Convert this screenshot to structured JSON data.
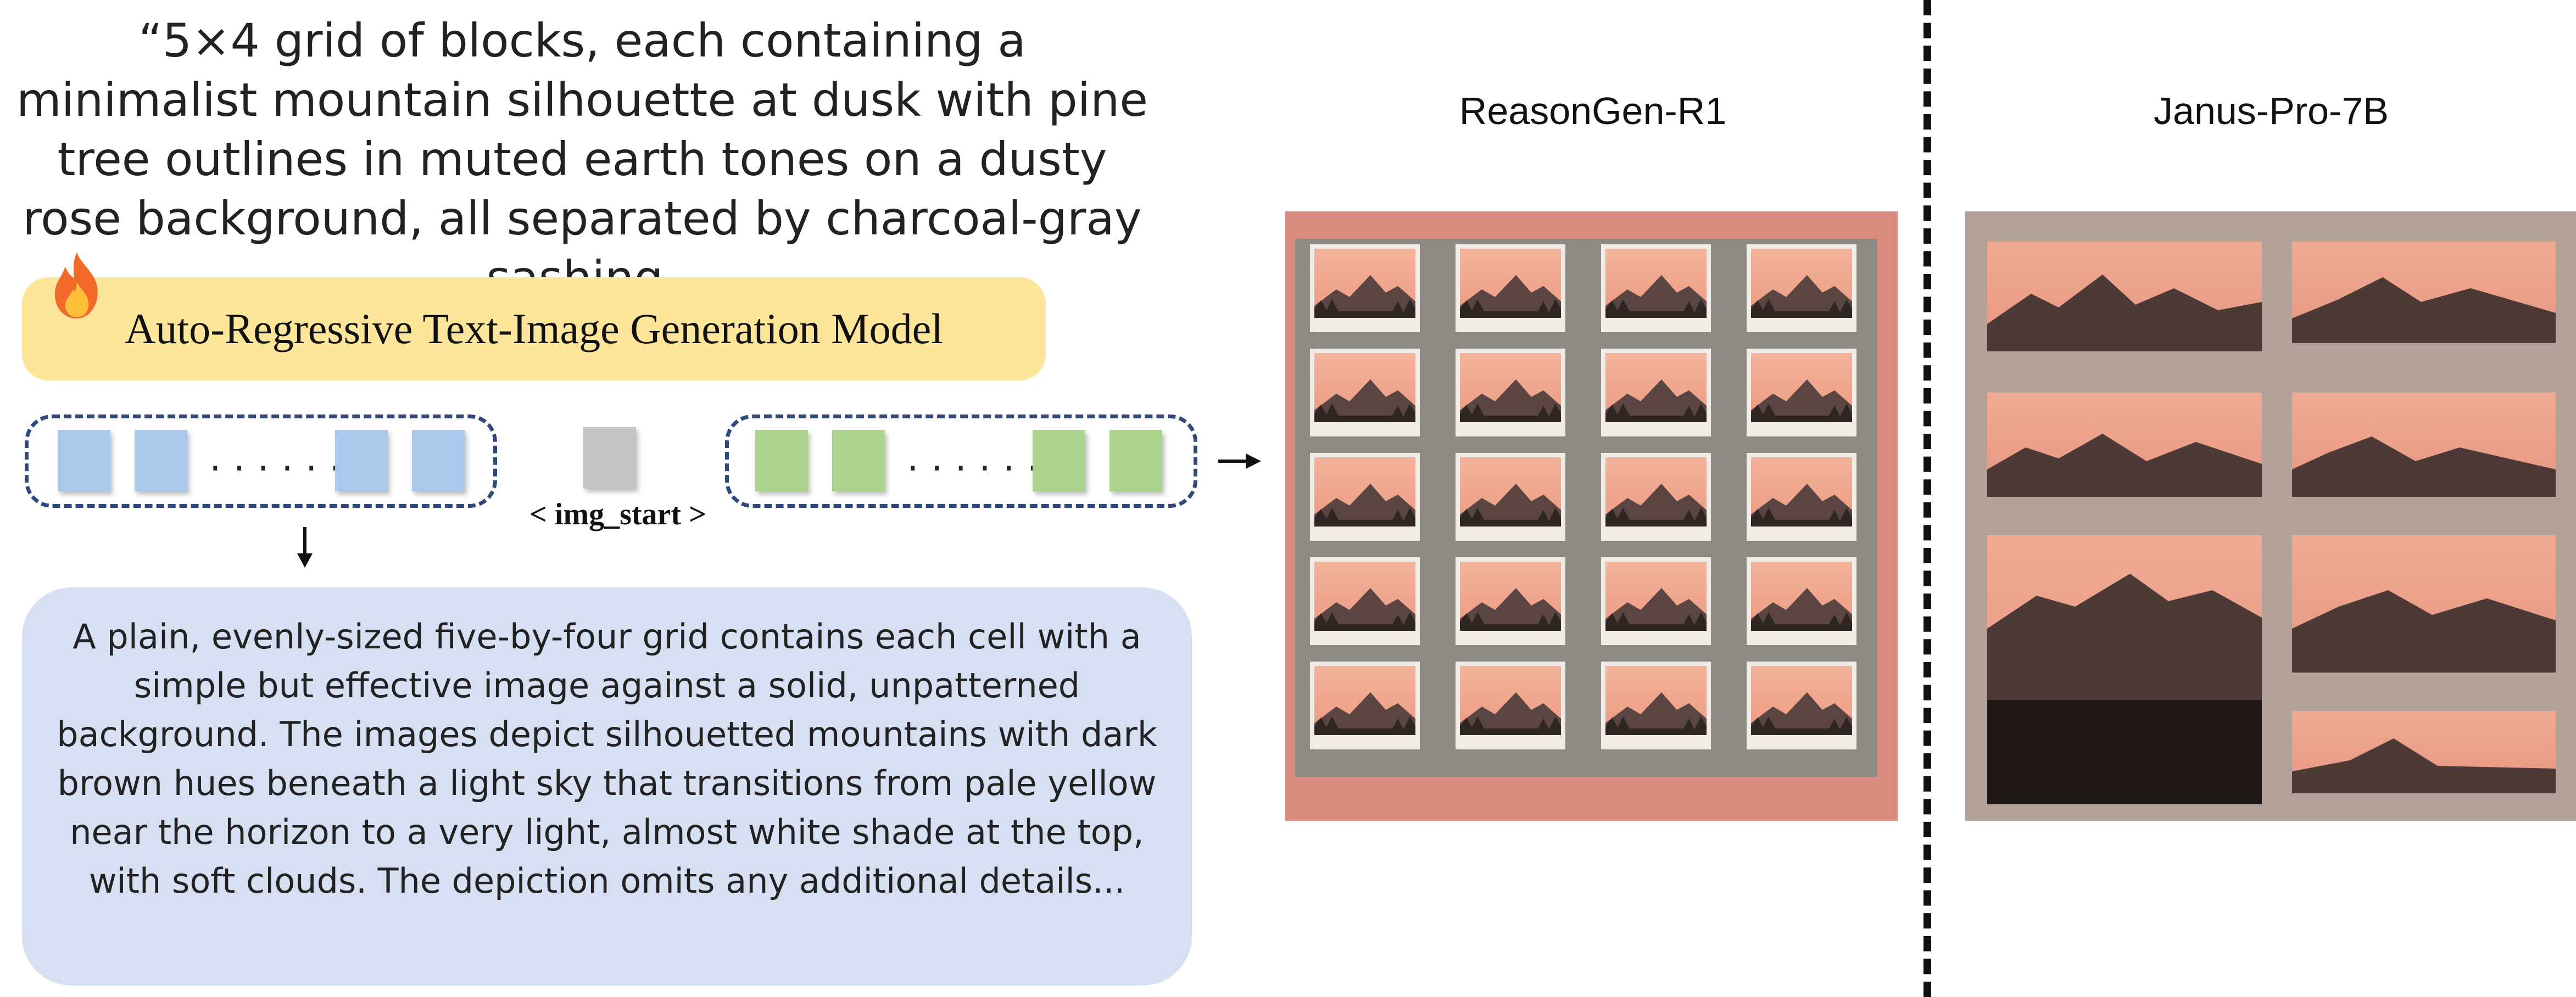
{
  "prompt_text": "“5×4 grid of blocks, each containing a minimalist mountain silhouette at dusk with pine tree outlines in muted earth tones on a dusty rose background, all separated by charcoal-gray sashing.",
  "model_label": "Auto-Regressive Text-Image Generation Model",
  "token_dots": "......",
  "img_start_label": "< img_start >",
  "reasoning_text": "A plain, evenly-sized five-by-four grid contains each cell with a simple but effective image against a solid, unpatterned background. The images depict silhouetted mountains with dark brown hues beneath a light sky that transitions from pale yellow near the horizon to a very light, almost white shade at the top, with soft clouds. The depiction omits any additional details...",
  "outputs": {
    "left_title": "ReasonGen-R1",
    "right_title": "Janus-Pro-7B"
  },
  "colors": {
    "model_bar": "#fde59a",
    "reasoning_box": "#d7e0f3",
    "text_token": "#a9c8ea",
    "image_token": "#acd48f",
    "special_token": "#c3c3c3",
    "group_border": "#2f4a7a",
    "dusty_rose": "#d98c7f",
    "sashing": "#8e8a86"
  },
  "icons": [
    "fire-icon",
    "arrow-down-icon",
    "arrow-right-icon"
  ]
}
